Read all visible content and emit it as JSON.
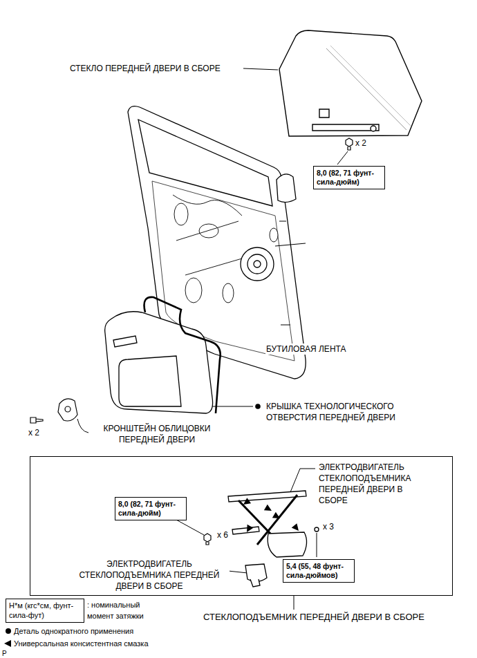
{
  "diagram": {
    "nodes": [
      {
        "text": [
          "8,0 (82, 71 фунт-сила-дюйм)"
        ]
      },
      {
        "text": [
          "СТЕКЛОПОДЪЕМНИК ПЕРЕДНЕЙ ДВЕРИ В СБОРЕ"
        ]
      },
      {
        "text": [
          "8,0 (82, 71 фунт-сила-дюйм)"
        ],
        "in": 1
      },
      {
        "text": [
          "5,4 (55, 48 фунт-сила-дюймов)"
        ],
        "in": 1
      },
      {
        "text": [
          "Н*м (кгс*см, фунт-сила-фут)"
        ]
      }
    ],
    "labels": [
      "СТЕКЛО ПЕРЕДНЕЙ ДВЕРИ В СБОРЕ",
      "x 2",
      "БУТИЛОВАЯ ЛЕНТА",
      "КРЫШКА ТЕХНОЛОГИЧЕСКОГО ОТВЕРСТИЯ ПЕРЕДНЕЙ ДВЕРИ",
      "x 2",
      "КРОНШТЕЙН ОБЛИЦОВКИ ПЕРЕДНЕЙ ДВЕРИ",
      "ЭЛЕКТРОДВИГАТЕЛЬ СТЕКЛОПОДЪЕМНИКА ПЕРЕДНЕЙ ДВЕРИ В СБОРЕ",
      "x 6",
      "x 3",
      "ЭЛЕКТРОДВИГАТЕЛЬ СТЕКЛОПОДЪЕМНИКА ПЕРЕДНЕЙ ДВЕРИ В СБОРЕ",
      "P"
    ],
    "legend": [
      {
        "text": ": номинальный момент затяжки"
      },
      {
        "text": "Деталь однократного применения"
      },
      {
        "text": "Универсальная консистентная смазка"
      }
    ]
  }
}
